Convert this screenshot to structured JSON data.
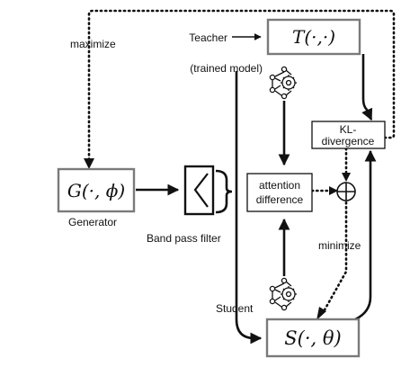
{
  "labels": {
    "maximize": "maximize",
    "teacher_line1": "Teacher",
    "teacher_line2": "(trained model)",
    "generator": "Generator",
    "band_pass_filter": "Band pass filter",
    "student": "Student",
    "minimize": "minimize"
  },
  "boxes": {
    "teacher": "T(·,·)",
    "generator": "G(·, ϕ)",
    "student": "S(·, θ)",
    "kl_line1": "KL-",
    "kl_line2": "divergence",
    "attn_line1": "attention",
    "attn_line2": "difference"
  },
  "icons": {
    "teacher_model": "neural-network-gear-icon",
    "student_model": "neural-network-gear-icon",
    "filter": "band-pass-filter-icon",
    "sum": "circled-plus-icon"
  }
}
